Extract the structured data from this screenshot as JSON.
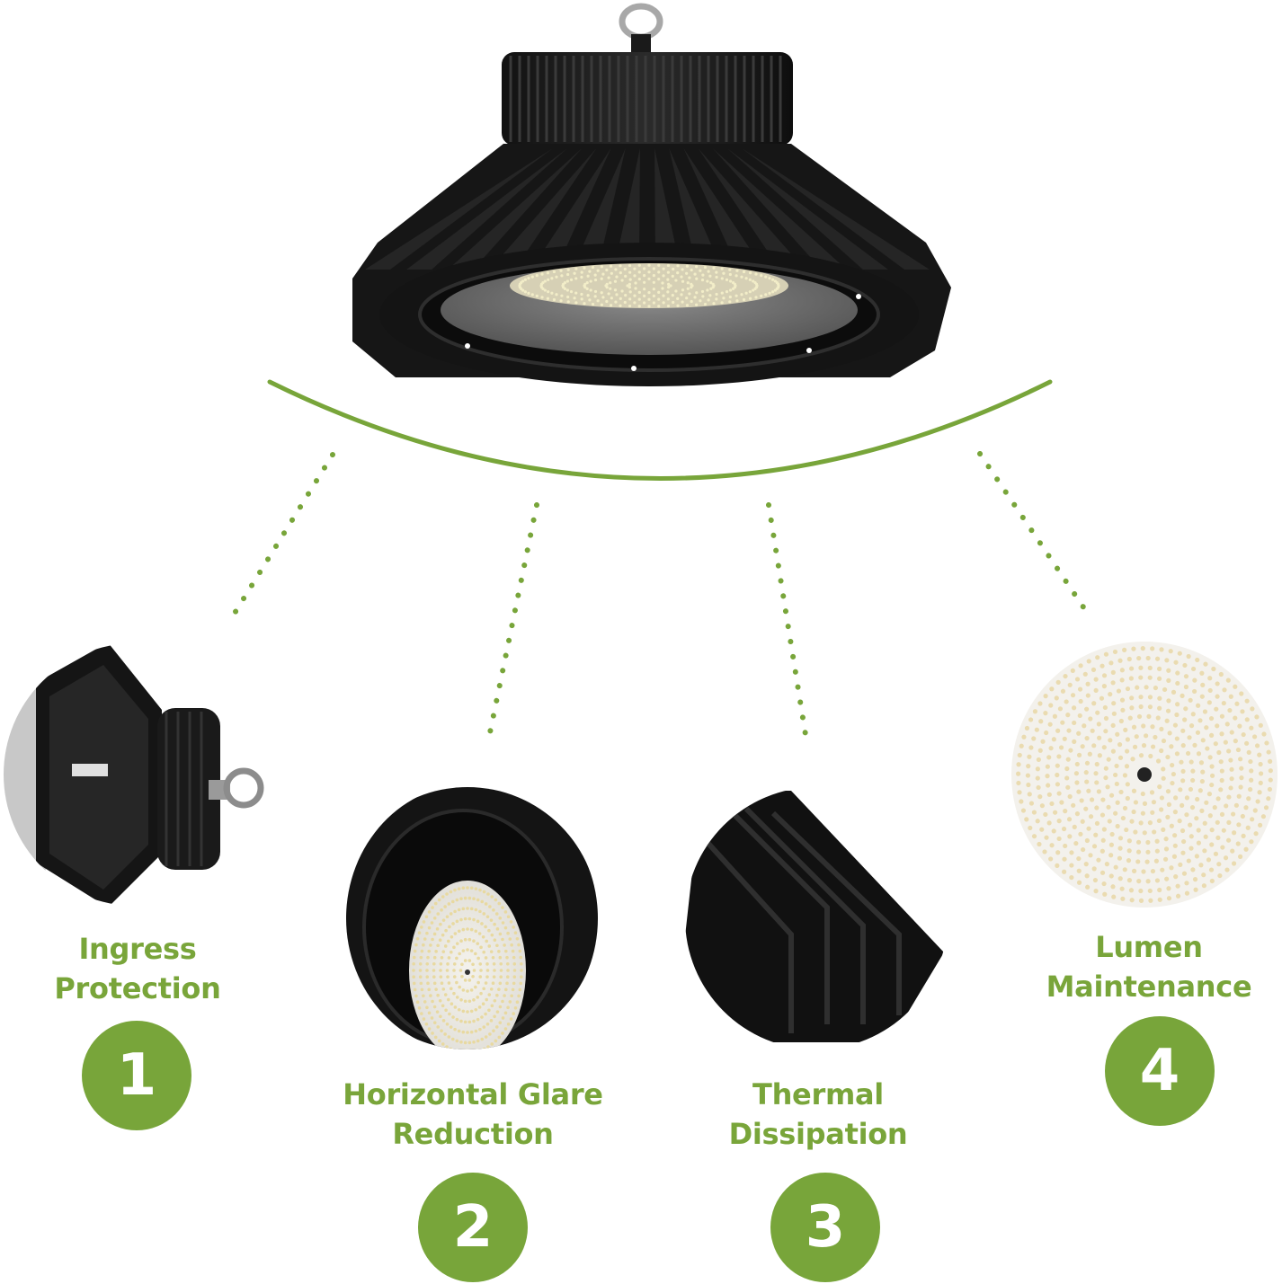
{
  "accent_color": "#78a53a",
  "features": [
    {
      "number": "1",
      "line1": "Ingress Protection",
      "line2": ""
    },
    {
      "number": "2",
      "line1": "Horizontal Glare",
      "line2": "Reduction"
    },
    {
      "number": "3",
      "line1": "Thermal",
      "line2": "Dissipation"
    },
    {
      "number": "4",
      "line1": "Lumen",
      "line2": "Maintenance"
    }
  ]
}
